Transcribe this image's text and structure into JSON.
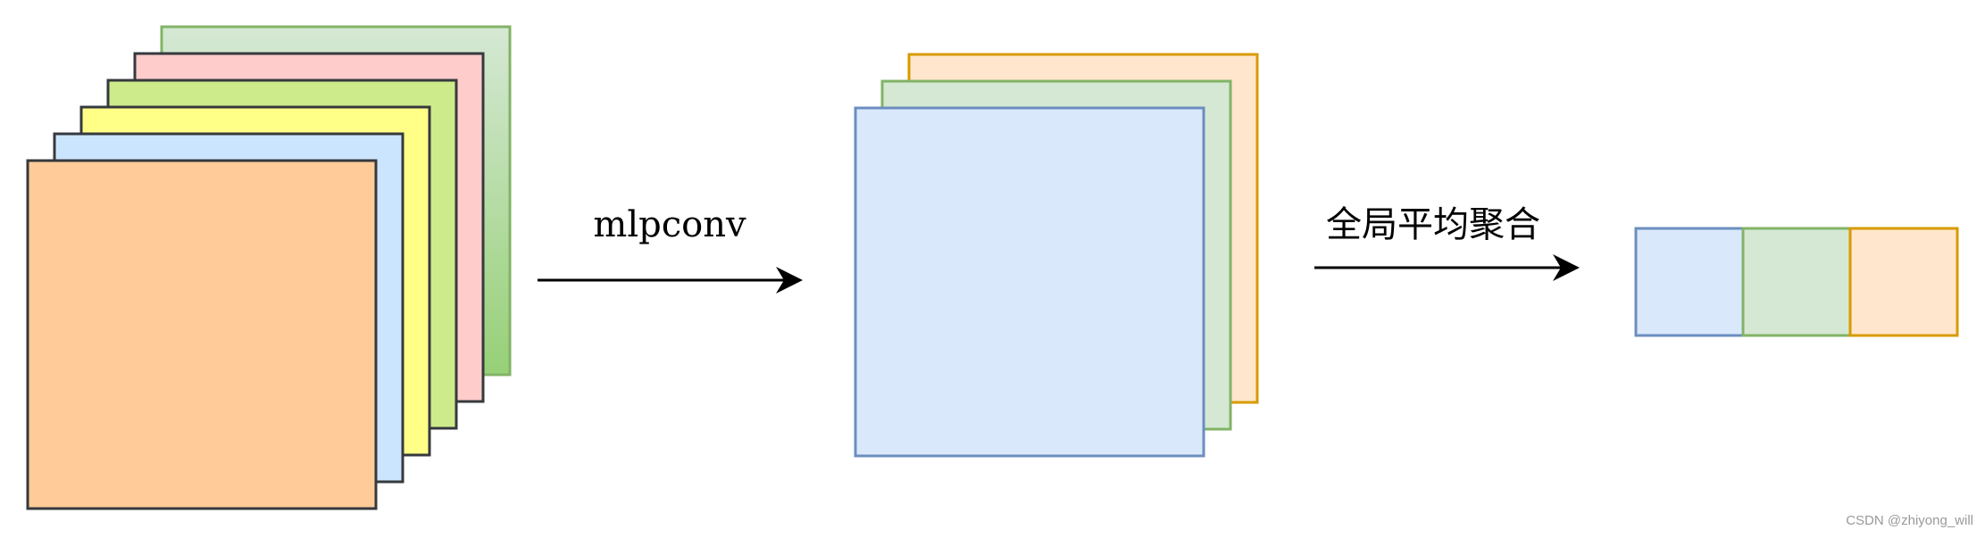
{
  "labels": {
    "step1": "mlpconv",
    "step2": "全局平均聚合"
  },
  "watermark": "CSDN @zhiyong_will",
  "colors": {
    "orange_fill": "#ffcc99",
    "blue_fill": "#cce5ff",
    "yellow_fill": "#ffff88",
    "lime_fill": "#cdeb8b",
    "pink_fill": "#ffcccc",
    "green_gradient_top": "#d5e8d4",
    "green_gradient_bottom": "#97d077",
    "dark_stroke": "#36393d",
    "map_blue_fill": "#dae8fc",
    "map_blue_stroke": "#6c8ebf",
    "map_green_fill": "#d5e8d4",
    "map_green_stroke": "#82b366",
    "map_orange_fill": "#ffe6cc",
    "map_orange_stroke": "#d79b00",
    "arrow": "#000000"
  }
}
